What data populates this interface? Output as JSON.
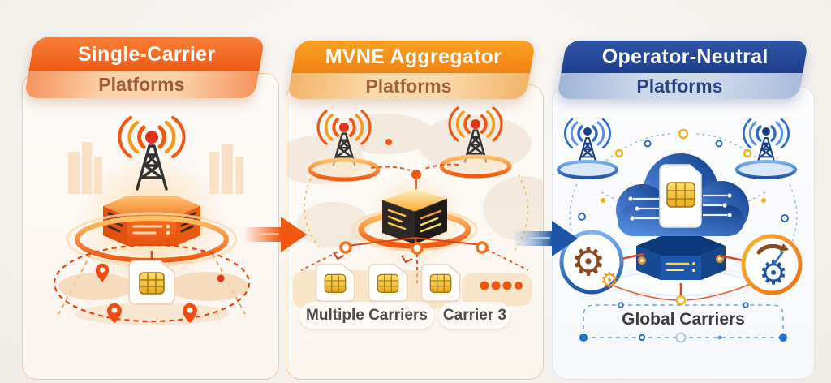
{
  "panels": [
    {
      "id": "single-carrier",
      "title": "Single-Carrier",
      "subtitle": "Platforms",
      "theme_color": "#F2611C",
      "icons": [
        "signal-waves-icon",
        "radio-tower-icon",
        "hexagon-server-icon",
        "down-arrow-icon",
        "sim-card-icon",
        "location-pin-icon",
        "dashed-orbit",
        "world-map",
        "city-skyline"
      ]
    },
    {
      "id": "mvne-aggregator",
      "title": "MVNE Aggregator",
      "subtitle": "Platforms",
      "theme_color": "#F79621",
      "labels": [
        "Multiple Carriers",
        "Carrier 3"
      ],
      "icons": [
        "radio-tower-icon",
        "signal-waves-icon",
        "aggregator-hub-icon",
        "network-links",
        "sim-card-icon",
        "ellipsis-dots-icon",
        "world-map"
      ]
    },
    {
      "id": "operator-neutral",
      "title": "Operator-Neutral",
      "subtitle": "Platforms",
      "theme_color": "#1D4F9E",
      "labels": [
        "Global Carriers"
      ],
      "icons": [
        "radio-tower-icon",
        "signal-waves-icon",
        "cloud-icon",
        "sim-card-icon",
        "hexagon-server-icon",
        "gears-icon",
        "gear-check-icon",
        "network-nodes"
      ]
    }
  ],
  "connectors": [
    {
      "type": "arrow-right-icon",
      "color": "#F2570F"
    },
    {
      "type": "arrow-right-icon",
      "color": "#1D55A8"
    }
  ],
  "colors": {
    "background": "#F6F4F1",
    "orange": "#F2611C",
    "orange_light": "#F9A13B",
    "brown_text": "#9C5A36",
    "blue_dark": "#1D4F9E",
    "blue_light": "#C9D7EB",
    "blue_text": "#2A4480",
    "gold_chip": "#EFB42A",
    "label_text": "#4C4C4C"
  }
}
